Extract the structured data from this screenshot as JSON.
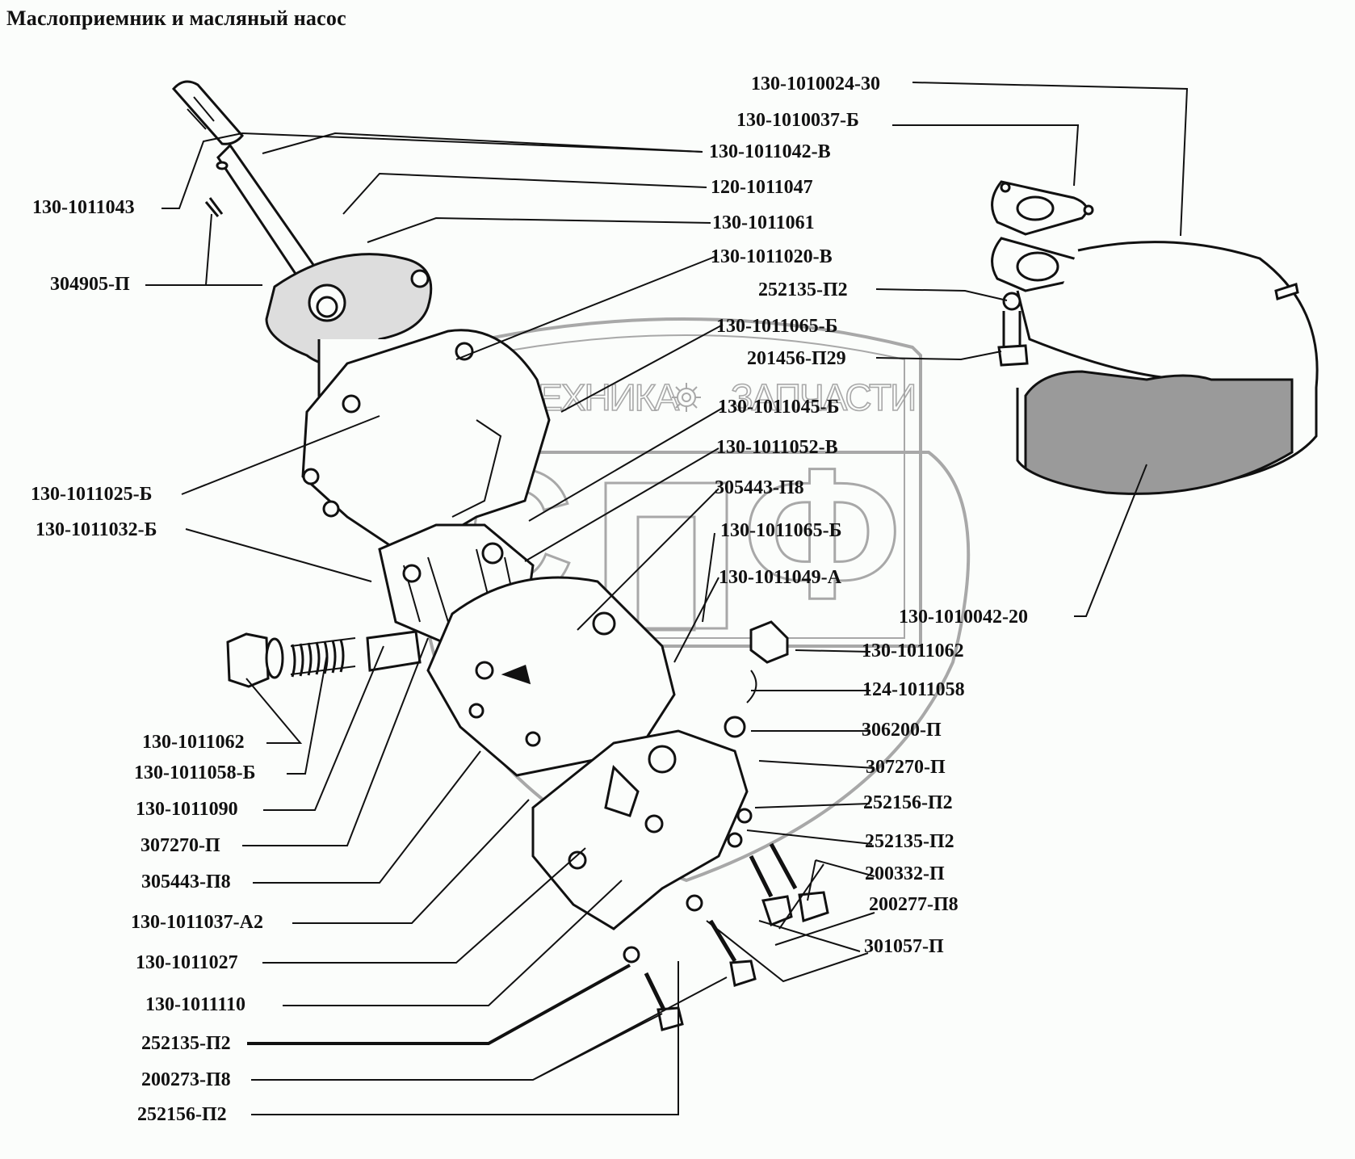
{
  "title": "Маслоприемник и масляный насос",
  "watermark": {
    "left_word": "ТЕХНИКА",
    "right_word": "ЗАПЧАСТИ",
    "icon": "gear-icon",
    "monogram": [
      "С",
      "П",
      "Ф"
    ],
    "color": "#a8a8a8"
  },
  "labels": {
    "left": [
      "130-1011043",
      "304905-П",
      "130-1011025-Б",
      "130-1011032-Б",
      "130-1011062",
      "130-1011058-Б",
      "130-1011090",
      "307270-П",
      "305443-П8",
      "130-1011037-А2",
      "130-1011027",
      "130-1011110",
      "252135-П2",
      "200273-П8",
      "252156-П2"
    ],
    "center": [
      "130-1011042-В",
      "120-1011047",
      "130-1011061",
      "130-1011020-В",
      "130-1011065-Б",
      "130-1011045-Б",
      "130-1011052-В",
      "305443-П8",
      "130-1011065-Б",
      "130-1011049-А"
    ],
    "right": [
      "130-1010024-30",
      "130-1010037-Б",
      "252135-П2",
      "201456-П29",
      "130-1010042-20",
      "130-1011062",
      "124-1011058",
      "306200-П",
      "307270-П",
      "252156-П2",
      "252135-П2",
      "200332-П",
      "200277-П8",
      "301057-П"
    ]
  }
}
